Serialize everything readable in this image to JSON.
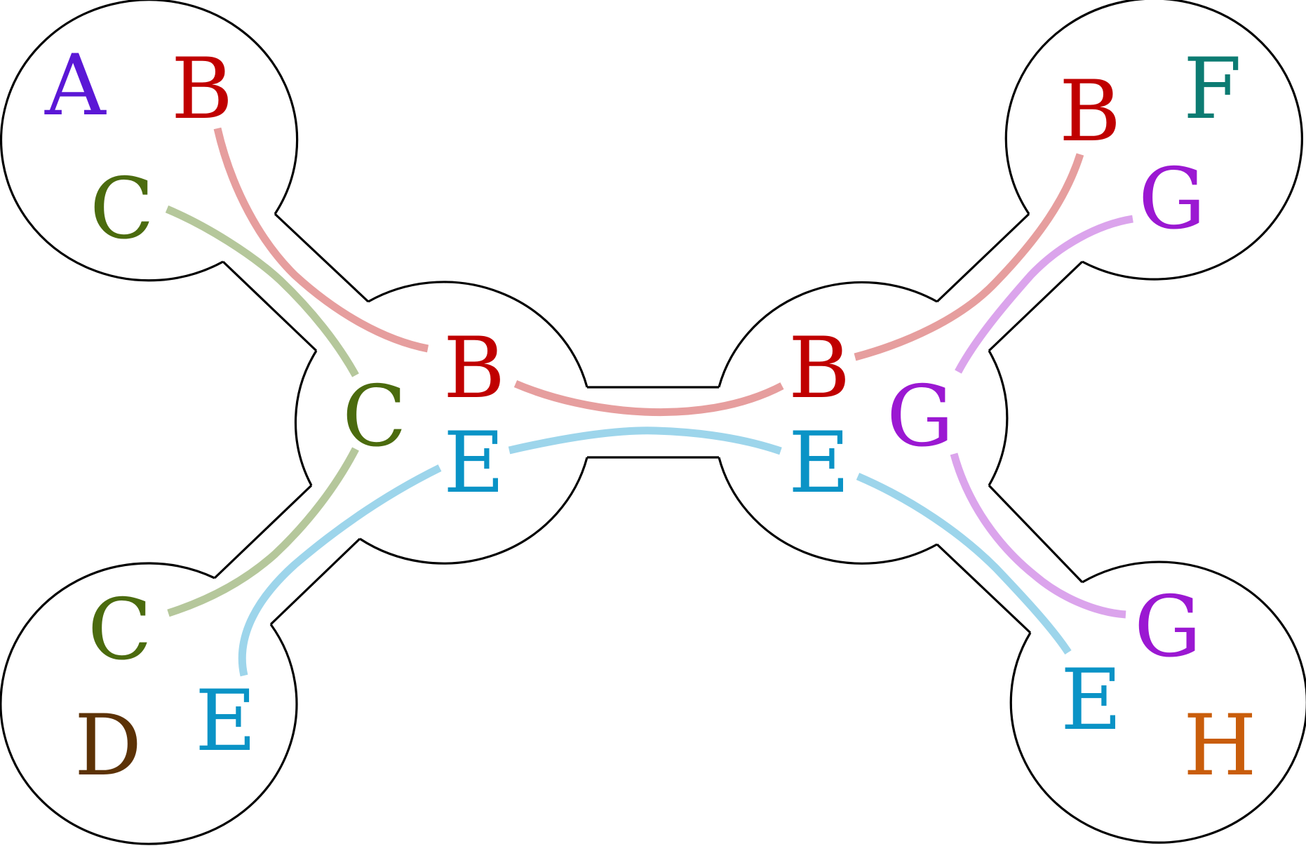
{
  "colors": {
    "A": "#5b17d6",
    "B": "#c00000",
    "C": "#4b6b0e",
    "D": "#5c3206",
    "E": "#0a93c6",
    "F": "#0c7b72",
    "G": "#9b18d2",
    "H": "#c95d0b",
    "B_link": "#e69e9e",
    "C_link": "#b5c79b",
    "E_link": "#9dd5eb",
    "G_link": "#dba4ec",
    "outline": "#000000"
  },
  "bags": {
    "top_left": [
      "A",
      "B",
      "C"
    ],
    "bottom_left": [
      "C",
      "D",
      "E"
    ],
    "center_left": [
      "C",
      "B",
      "E"
    ],
    "center_right": [
      "B",
      "E",
      "G"
    ],
    "top_right": [
      "B",
      "F",
      "G"
    ],
    "bottom_right": [
      "G",
      "E",
      "H"
    ]
  },
  "links": [
    {
      "variable": "B",
      "color": "B_link"
    },
    {
      "variable": "C",
      "color": "C_link"
    },
    {
      "variable": "C",
      "color": "C_link"
    },
    {
      "variable": "E",
      "color": "E_link"
    },
    {
      "variable": "B",
      "color": "B_link"
    },
    {
      "variable": "E",
      "color": "E_link"
    },
    {
      "variable": "B",
      "color": "B_link"
    },
    {
      "variable": "G",
      "color": "G_link"
    },
    {
      "variable": "G",
      "color": "G_link"
    },
    {
      "variable": "E",
      "color": "E_link"
    }
  ]
}
